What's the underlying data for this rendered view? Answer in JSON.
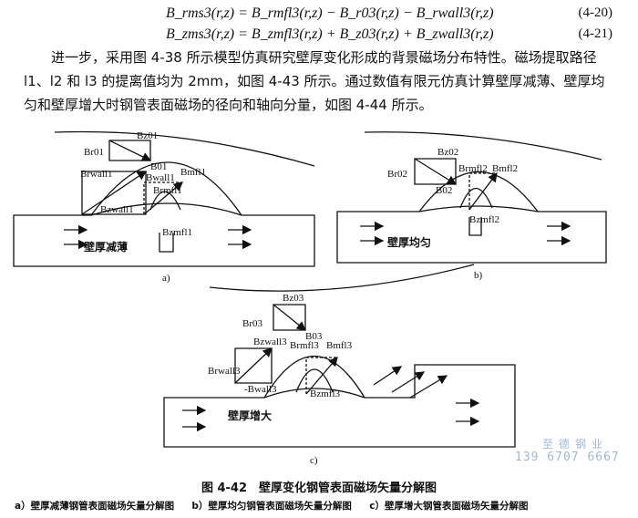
{
  "equations": [
    {
      "text": "B_rms3(r,z) = B_rmfl3(r,z) − B_r03(r,z) − B_rwall3(r,z)",
      "number": "(4-20)"
    },
    {
      "text": "B_zms3(r,z) = B_zmfl3(r,z) + B_z03(r,z) + B_zwall3(r,z)",
      "number": "(4-21)"
    }
  ],
  "paragraph": "进一步，采用图 4-38 所示模型仿真研究壁厚变化形成的背景磁场分布特性。磁场提取路径 l1、l2 和 l3 的提离值均为 2mm，如图 4-43 所示。通过数值有限元仿真计算壁厚减薄、壁厚均匀和壁厚增大时钢管表面磁场的径向和轴向分量，如图 4-44 所示。",
  "figure": {
    "a": {
      "label": "a)",
      "region": "壁厚减薄",
      "vectors": [
        "Bz01",
        "Br01",
        "B01",
        "Brwall1",
        "Bwall1",
        "Bmfl1",
        "Brmfl1",
        "Bzwall1",
        "Bzmfl1"
      ]
    },
    "b": {
      "label": "b)",
      "region": "壁厚均匀",
      "vectors": [
        "Bz02",
        "Br02",
        "B02",
        "Brmfl2",
        "Bmfl2",
        "Bzmfl2"
      ]
    },
    "c": {
      "label": "c)",
      "region": "壁厚增大",
      "vectors": [
        "Bz03",
        "Br03",
        "B03",
        "Bzwall3",
        "Brwall3",
        "-Bwall3",
        "Brmfl3",
        "Bmfl3",
        "Bzmfl3"
      ]
    }
  },
  "caption": "图 4-42　壁厚变化钢管表面磁场矢量分解图",
  "subcaptions": [
    "a）壁厚减薄钢管表面磁场矢量分解图",
    "b）壁厚均匀钢管表面磁场矢量分解图",
    "c）壁厚增大钢管表面磁场矢量分解图"
  ],
  "watermark": {
    "name": "至德钢业",
    "phone": "139 6707 6667"
  }
}
